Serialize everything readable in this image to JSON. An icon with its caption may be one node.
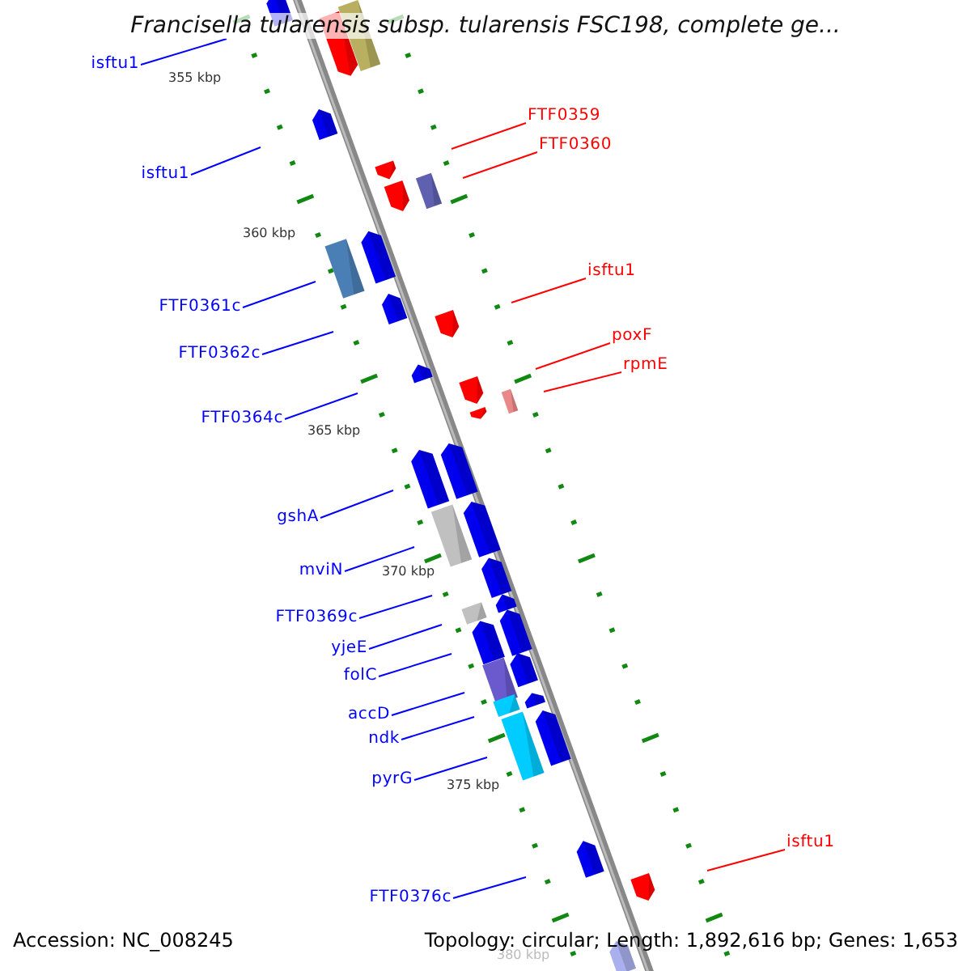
{
  "diagram": {
    "title": "Francisella tularensis subsp. tularensis FSC198, complete ge...",
    "nodes": [
      {
        "text": [
          "isftu1"
        ]
      },
      {
        "text": [
          "FTF0359"
        ]
      },
      {
        "text": [
          "FTF0360"
        ]
      },
      {
        "text": [
          "isftu1"
        ]
      },
      {
        "text": [
          "isftu1"
        ]
      },
      {
        "text": [
          "FTF0361c"
        ]
      },
      {
        "text": [
          "poxF"
        ]
      },
      {
        "text": [
          "FTF0362c"
        ]
      },
      {
        "text": [
          "rpmE"
        ]
      },
      {
        "text": [
          "FTF0364c"
        ]
      },
      {
        "text": [
          "gshA"
        ]
      },
      {
        "text": [
          "mviN"
        ]
      },
      {
        "text": [
          "FTF0369c"
        ]
      },
      {
        "text": [
          "yjeE"
        ]
      },
      {
        "text": [
          "folC"
        ]
      },
      {
        "text": [
          "accD"
        ]
      },
      {
        "text": [
          "ndk"
        ]
      },
      {
        "text": [
          "pyrG"
        ]
      },
      {
        "text": [
          "isftu1"
        ]
      },
      {
        "text": [
          "FTF0376c"
        ]
      }
    ],
    "edges": [
      {
        "from": 0,
        "to": null,
        "arrow": "none"
      },
      {
        "from": 1,
        "to": null,
        "arrow": "none",
        "color": "#ff0000"
      },
      {
        "from": 2,
        "to": null,
        "arrow": "none",
        "color": "#ff0000"
      },
      {
        "from": 3,
        "to": null,
        "arrow": "none"
      },
      {
        "from": 4,
        "to": null,
        "arrow": "none",
        "color": "#ff0000"
      },
      {
        "from": 5,
        "to": null,
        "arrow": "none"
      },
      {
        "from": 6,
        "to": null,
        "arrow": "none",
        "color": "#ff0000"
      },
      {
        "from": 7,
        "to": null,
        "arrow": "none"
      },
      {
        "from": 8,
        "to": null,
        "arrow": "none",
        "color": "#ff0000"
      },
      {
        "from": 9,
        "to": null,
        "arrow": "none"
      },
      {
        "from": 10,
        "to": null,
        "arrow": "none"
      },
      {
        "from": 11,
        "to": null,
        "arrow": "none"
      },
      {
        "from": 12,
        "to": null,
        "arrow": "none"
      },
      {
        "from": 13,
        "to": null,
        "arrow": "none"
      },
      {
        "from": 14,
        "to": null,
        "arrow": "none"
      },
      {
        "from": 15,
        "to": null,
        "arrow": "none"
      },
      {
        "from": 16,
        "to": null,
        "arrow": "none"
      },
      {
        "from": 17,
        "to": null,
        "arrow": "none"
      },
      {
        "from": 18,
        "to": null,
        "arrow": "none",
        "color": "#ff0000"
      },
      {
        "from": 19,
        "to": null,
        "arrow": "none"
      }
    ],
    "labels": [
      "355 kbp",
      "360 kbp",
      "365 kbp",
      "370 kbp",
      "375 kbp",
      "380 kbp",
      "Accession: NC_008245",
      "Topology: circular; Length: 1,892,616 bp; Genes: 1,653"
    ]
  }
}
